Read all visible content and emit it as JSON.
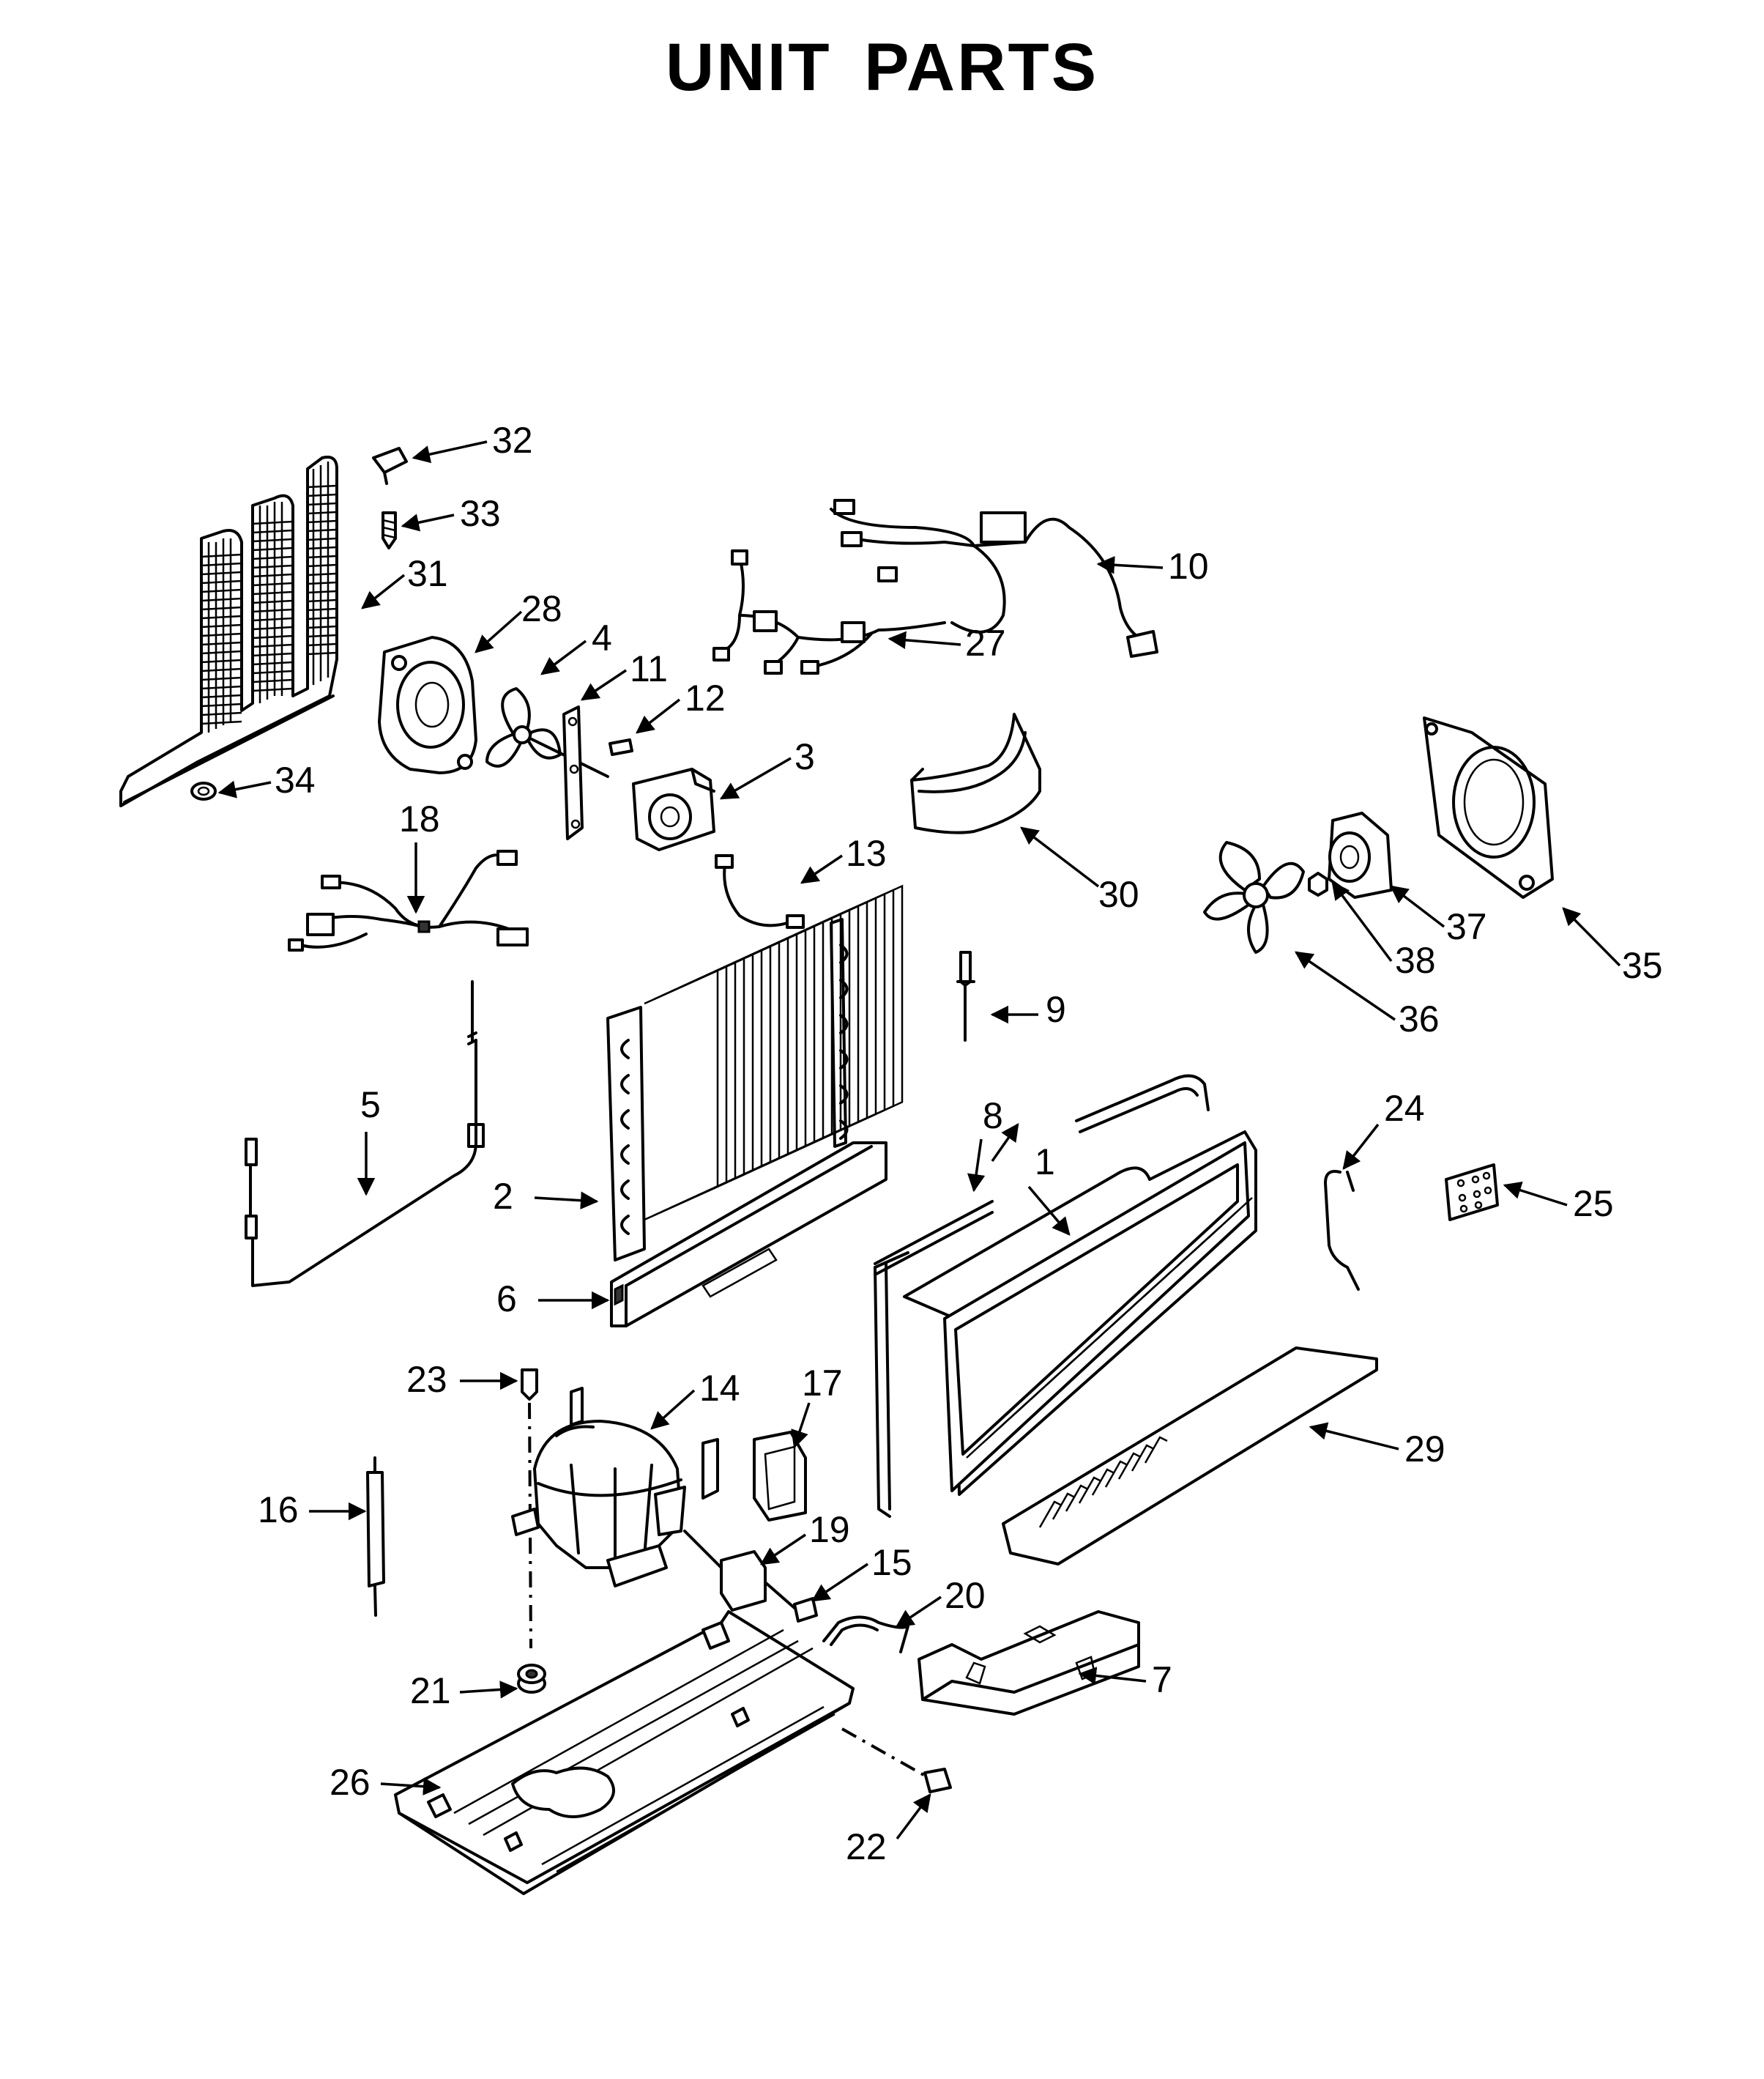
{
  "title": "UNIT PARTS",
  "parts": [
    {
      "id": "p1",
      "label": "1"
    },
    {
      "id": "p2",
      "label": "2"
    },
    {
      "id": "p3",
      "label": "3"
    },
    {
      "id": "p4",
      "label": "4"
    },
    {
      "id": "p5",
      "label": "5"
    },
    {
      "id": "p6",
      "label": "6"
    },
    {
      "id": "p7",
      "label": "7"
    },
    {
      "id": "p8",
      "label": "8"
    },
    {
      "id": "p9",
      "label": "9"
    },
    {
      "id": "p10",
      "label": "10"
    },
    {
      "id": "p11",
      "label": "11"
    },
    {
      "id": "p12",
      "label": "12"
    },
    {
      "id": "p13",
      "label": "13"
    },
    {
      "id": "p14",
      "label": "14"
    },
    {
      "id": "p15",
      "label": "15"
    },
    {
      "id": "p16",
      "label": "16"
    },
    {
      "id": "p17",
      "label": "17"
    },
    {
      "id": "p18",
      "label": "18"
    },
    {
      "id": "p19",
      "label": "19"
    },
    {
      "id": "p20",
      "label": "20"
    },
    {
      "id": "p21",
      "label": "21"
    },
    {
      "id": "p22",
      "label": "22"
    },
    {
      "id": "p23",
      "label": "23"
    },
    {
      "id": "p24",
      "label": "24"
    },
    {
      "id": "p25",
      "label": "25"
    },
    {
      "id": "p26",
      "label": "26"
    },
    {
      "id": "p27",
      "label": "27"
    },
    {
      "id": "p28",
      "label": "28"
    },
    {
      "id": "p29",
      "label": "29"
    },
    {
      "id": "p30",
      "label": "30"
    },
    {
      "id": "p31",
      "label": "31"
    },
    {
      "id": "p32",
      "label": "32"
    },
    {
      "id": "p33",
      "label": "33"
    },
    {
      "id": "p34",
      "label": "34"
    },
    {
      "id": "p35",
      "label": "35"
    },
    {
      "id": "p36",
      "label": "36"
    },
    {
      "id": "p37",
      "label": "37"
    },
    {
      "id": "p38",
      "label": "38"
    }
  ]
}
